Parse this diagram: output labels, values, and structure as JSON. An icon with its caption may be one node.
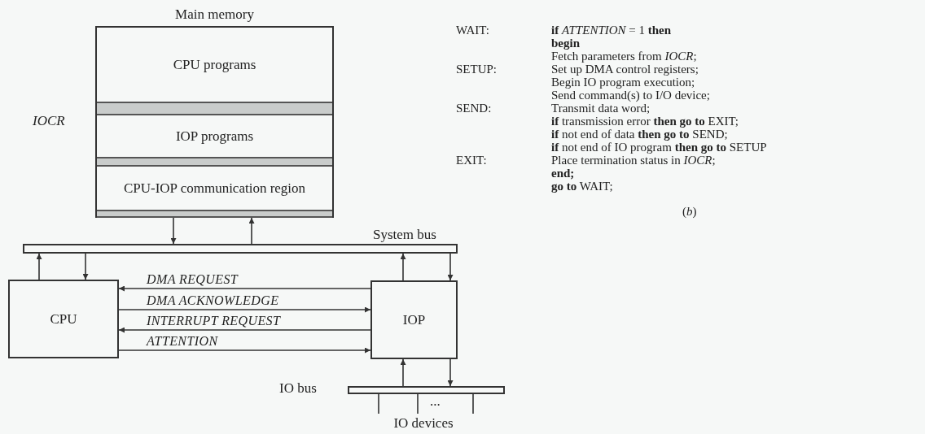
{
  "diagram": {
    "nodes": [
      {
        "text": [
          "Main memory"
        ]
      },
      {
        "text": [
          "CPU programs"
        ],
        "in": 0
      },
      {
        "text": [],
        "shape": "band",
        "in": 0
      },
      {
        "text": [
          "IOP programs"
        ],
        "in": 0
      },
      {
        "text": [],
        "shape": "band",
        "in": 0
      },
      {
        "text": [
          "CPU-IOP communication region"
        ],
        "in": 0
      },
      {
        "text": [],
        "shape": "band",
        "in": 0
      },
      {
        "text": [],
        "shape": "bar",
        "beside": [
          "System bus"
        ]
      },
      {
        "text": [
          "CPU"
        ]
      },
      {
        "text": [
          "IOP"
        ]
      },
      {
        "text": [],
        "shape": "bar",
        "beside": [
          "IO bus",
          "..."
        ]
      },
      {
        "text": [
          "IO devices"
        ]
      }
    ],
    "edges": [
      {
        "from": 0,
        "to": 7,
        "arrow": "to"
      },
      {
        "from": 7,
        "to": 0,
        "arrow": "to"
      },
      {
        "from": 8,
        "to": 7,
        "arrow": "to"
      },
      {
        "from": 7,
        "to": 8,
        "arrow": "to"
      },
      {
        "from": 9,
        "to": 7,
        "arrow": "to"
      },
      {
        "from": 7,
        "to": 9,
        "arrow": "to"
      },
      {
        "from": 9,
        "to": 8,
        "arrow": "to",
        "label": "DMA REQUEST"
      },
      {
        "from": 8,
        "to": 9,
        "arrow": "to",
        "label": "DMA ACKNOWLEDGE"
      },
      {
        "from": 9,
        "to": 8,
        "arrow": "to",
        "label": "INTERRUPT REQUEST"
      },
      {
        "from": 8,
        "to": 9,
        "arrow": "to",
        "label": "ATTENTION"
      },
      {
        "from": 10,
        "to": 9,
        "arrow": "to"
      },
      {
        "from": 9,
        "to": 10,
        "arrow": "to"
      },
      {
        "from": 10,
        "to": 11,
        "arrow": "none"
      },
      {
        "from": 10,
        "to": 11,
        "arrow": "none"
      },
      {
        "from": 10,
        "to": 11,
        "arrow": "none"
      }
    ],
    "labels": [
      "IOCR",
      "WAIT:",
      "**if** *ATTENTION* = 1 **then**",
      "begin",
      "Fetch parameters from *IOCR*;",
      "SETUP:",
      "Set up DMA control registers;",
      "Begin IO program execution;",
      "Send command(s) to I/O device;",
      "SEND:",
      "Transmit data word;",
      "**if** transmission error **then go to** EXIT;",
      "**if** not end of data **then go to** SEND;",
      "**if** not end of IO program **then go to** SETUP",
      "EXIT:",
      "Place termination status in *IOCR*;",
      "end;",
      "**go to** WAIT;",
      "(*b*)"
    ]
  }
}
